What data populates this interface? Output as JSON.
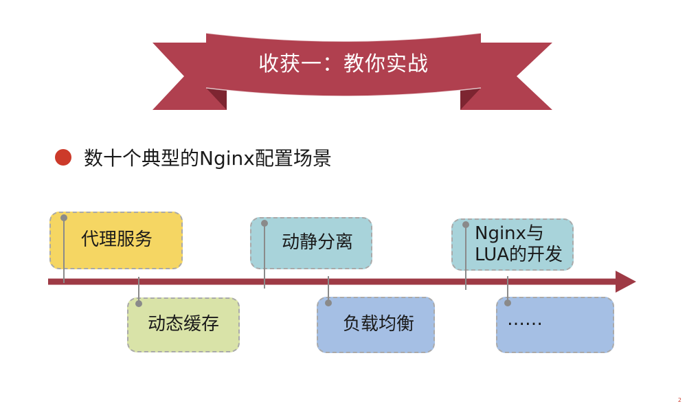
{
  "banner": {
    "title": "收获一：教你实战"
  },
  "bullet": {
    "text": "数十个典型的Nginx配置场景"
  },
  "timeline": {
    "top": [
      {
        "label": "代理服务",
        "color": "#f5d663"
      },
      {
        "label": "动静分离",
        "color": "#a8d3da"
      },
      {
        "label": "Nginx与\nLUA的开发",
        "color": "#a8d3da"
      }
    ],
    "bottom": [
      {
        "label": "动态缓存",
        "color": "#d9e3a8"
      },
      {
        "label": "负载均衡",
        "color": "#a5bfe4"
      },
      {
        "label": "……",
        "color": "#a5bfe4"
      }
    ],
    "arrow_color": "#9e3a45"
  },
  "colors": {
    "banner": "#b0404f",
    "banner_dark": "#8e2e3c",
    "bullet": "#cc3a2a"
  },
  "page_number": "2"
}
